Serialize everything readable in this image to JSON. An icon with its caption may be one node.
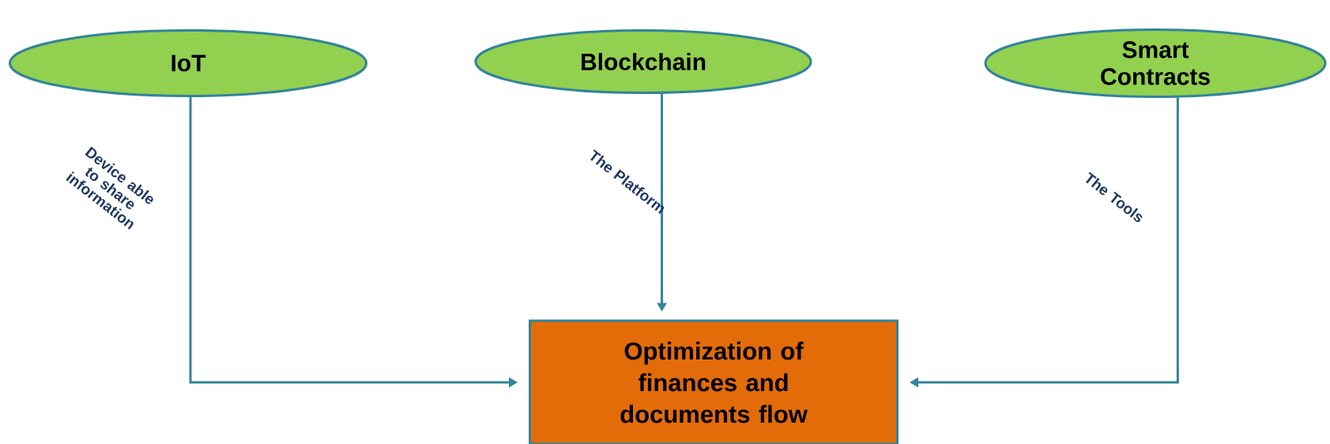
{
  "diagram": {
    "nodes": [
      {
        "text": [
          "IoT"
        ]
      },
      {
        "text": [
          "Blockchain"
        ]
      },
      {
        "text": [
          "Smart Contracts"
        ]
      },
      {
        "text": [
          "Optimization of finances and documents flow"
        ]
      }
    ],
    "edges": [
      {
        "from": 0,
        "to": 3,
        "arrow": "to",
        "label": "Device able to share information"
      },
      {
        "from": 1,
        "to": 3,
        "arrow": "to",
        "label": "The Platform"
      },
      {
        "from": 2,
        "to": 3,
        "arrow": "to",
        "label": "The Tools"
      }
    ]
  }
}
